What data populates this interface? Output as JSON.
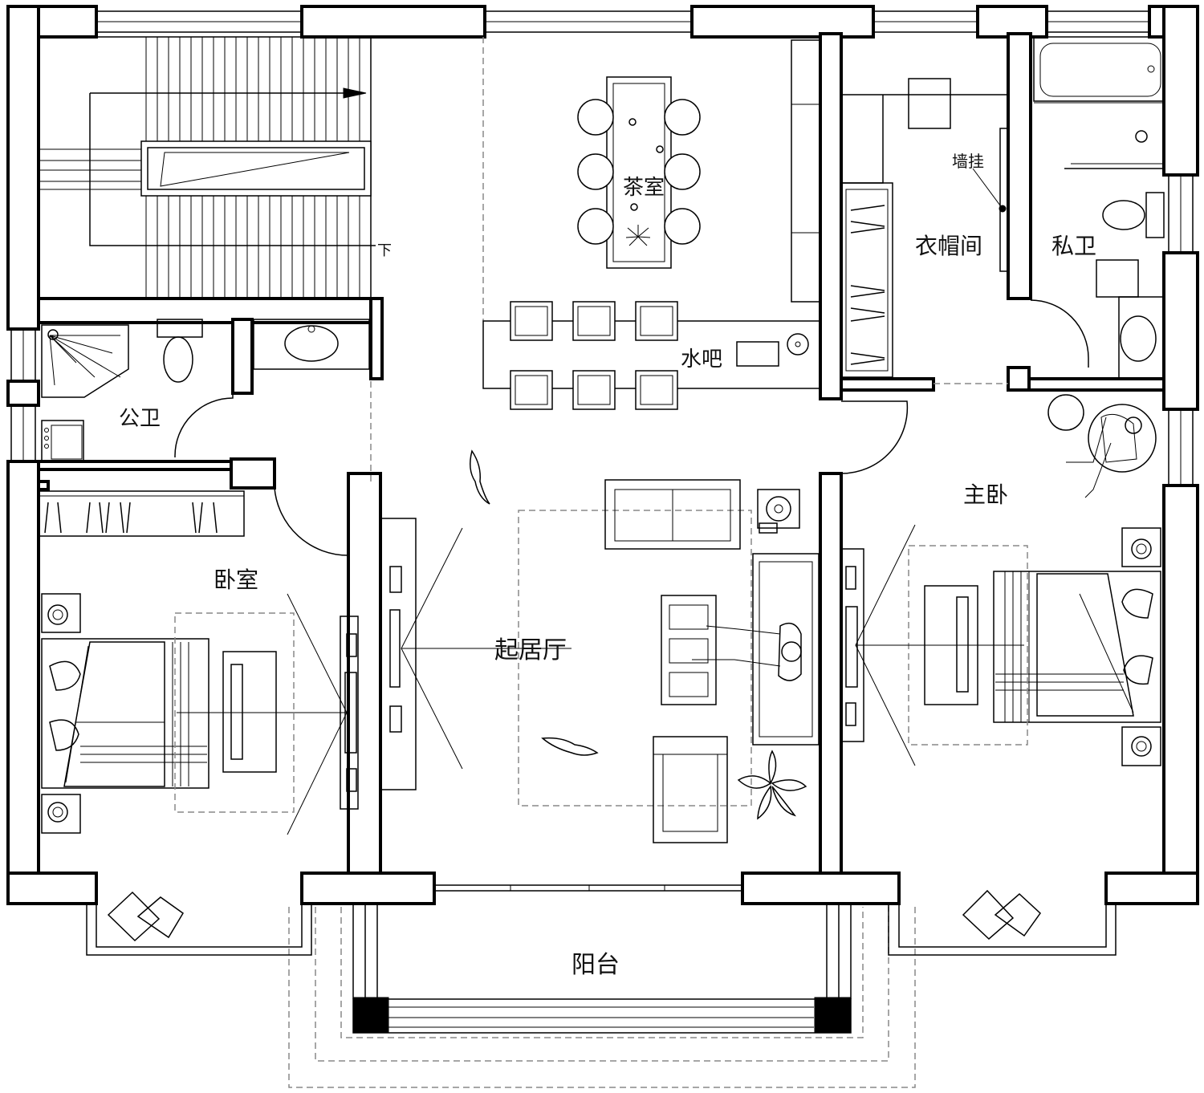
{
  "plan": {
    "rooms": {
      "tea_room": "茶室",
      "water_bar": "水吧",
      "wardrobe": "衣帽间",
      "wall_mount": "墙挂",
      "private_bath": "私卫",
      "public_bath": "公卫",
      "bedroom": "卧室",
      "living_room": "起居厅",
      "master_bedroom": "主卧",
      "balcony": "阳台"
    },
    "stair_direction": "下"
  }
}
